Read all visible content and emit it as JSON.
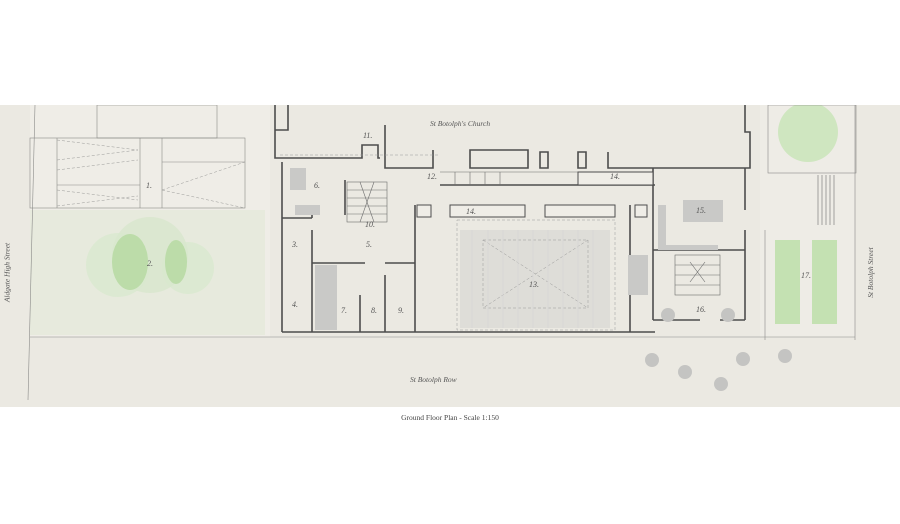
{
  "drawing": {
    "title": "Ground Floor Plan - Scale 1:150",
    "streets": {
      "west": "Aldgate High Street",
      "east": "St Botolph Street",
      "south": "St Botolph Row",
      "north_building": "St Botolph's Church"
    },
    "rooms": [
      {
        "id": "1",
        "label": "1."
      },
      {
        "id": "2",
        "label": "2."
      },
      {
        "id": "3",
        "label": "3."
      },
      {
        "id": "4",
        "label": "4."
      },
      {
        "id": "5",
        "label": "5."
      },
      {
        "id": "6",
        "label": "6."
      },
      {
        "id": "7",
        "label": "7."
      },
      {
        "id": "8",
        "label": "8."
      },
      {
        "id": "9",
        "label": "9."
      },
      {
        "id": "10",
        "label": "10."
      },
      {
        "id": "11",
        "label": "11."
      },
      {
        "id": "12",
        "label": "12."
      },
      {
        "id": "13",
        "label": "13."
      },
      {
        "id": "14a",
        "label": "14."
      },
      {
        "id": "14b",
        "label": "14."
      },
      {
        "id": "15",
        "label": "15."
      },
      {
        "id": "16",
        "label": "16."
      },
      {
        "id": "17",
        "label": "17."
      }
    ],
    "colors": {
      "paper": "#ebe9e2",
      "wall": "#555555",
      "greenery": "#b9dca6",
      "furniture": "#c9c9c7"
    }
  }
}
